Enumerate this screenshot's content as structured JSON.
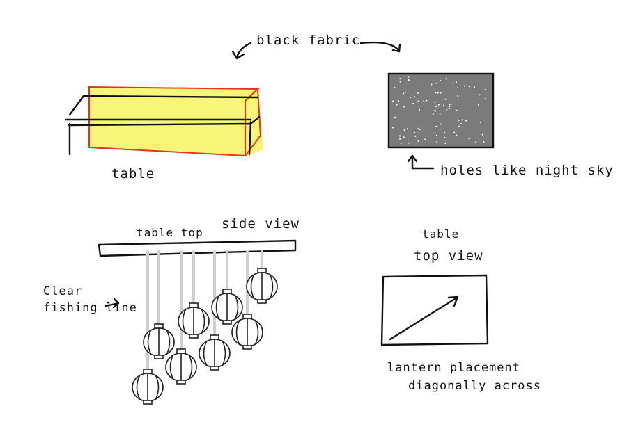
{
  "labels": {
    "black_fabric": "black fabric",
    "table": "table",
    "holes": "holes like night sky",
    "table_top": "table top",
    "side_view": "side view",
    "fishing_line_1": "Clear",
    "fishing_line_2": "fishing line",
    "top_view_1": "table",
    "top_view_2": "top view",
    "placement_1": "lantern placement",
    "placement_2": "diagonally across"
  },
  "colors": {
    "yellow_fill": "#f7f56a",
    "red_outline": "#e8321e",
    "fabric_gray": "#7b7b7b",
    "fishing_line": "#cfcfcf"
  }
}
